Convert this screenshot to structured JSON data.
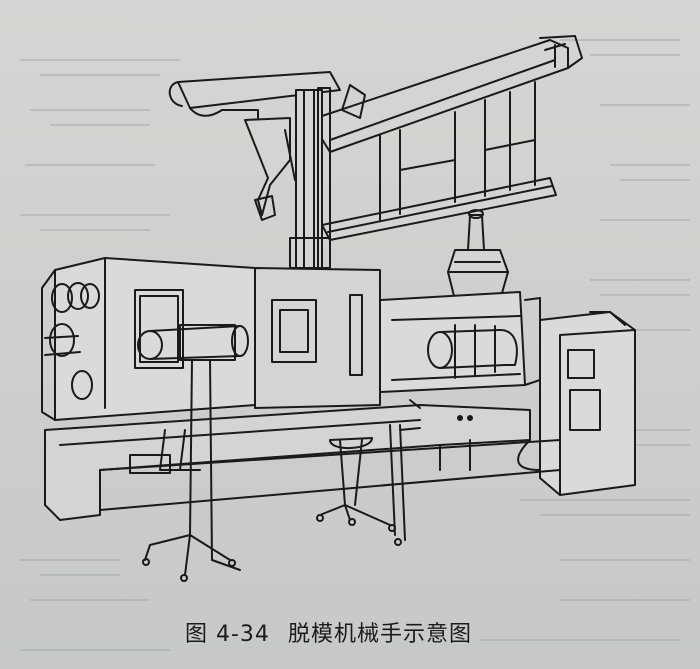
{
  "figure": {
    "number": "图 4-34",
    "title": "脱模机械手示意图",
    "subject": "injection-molding-machine-with-demolding-robot-arm"
  },
  "colors": {
    "paper": "#cfd1ce",
    "ink": "#1a1a1a",
    "bleed_text": "#9ea29f"
  }
}
